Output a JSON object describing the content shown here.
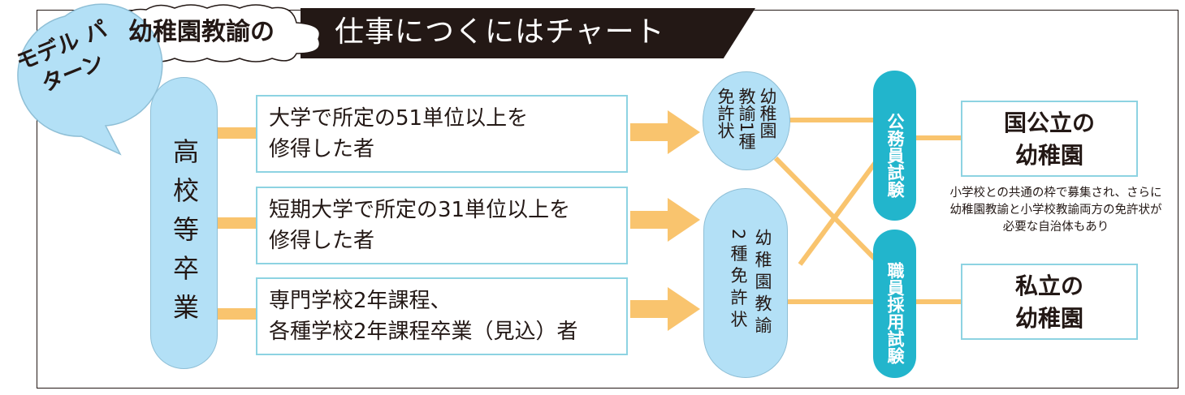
{
  "title": {
    "bubble": "モデル パターン",
    "cloud": "幼稚園教諭の",
    "banner": "仕事につくにはチャート"
  },
  "start": {
    "label": "高校等卒業"
  },
  "routes": [
    {
      "line1": "大学で所定の51単位以上を",
      "line2": "修得した者"
    },
    {
      "line1": "短期大学で所定の31単位以上を",
      "line2": "修得した者"
    },
    {
      "line1": "専門学校2年課程、",
      "line2": "各種学校2年課程卒業（見込）者"
    }
  ],
  "licenses": [
    {
      "label": "幼稚園\n教諭1種\n免許状"
    },
    {
      "label": "幼稚園教諭\n2種免許状"
    }
  ],
  "exams": [
    {
      "label": "公務員試験"
    },
    {
      "label": "職員採用試験"
    }
  ],
  "destinations": [
    {
      "line1": "国公立の",
      "line2": "幼稚園"
    },
    {
      "line1": "私立の",
      "line2": "幼稚園"
    }
  ],
  "note": "小学校との共通の枠で募集され、さらに幼稚園教諭と小学校教諭両方の免許状が必要な自治体もあり",
  "colors": {
    "light_blue": "#b3e0f6",
    "teal": "#22b5cc",
    "orange": "#f9c46e",
    "box_border": "#8dd3e2",
    "dark": "#231815"
  }
}
